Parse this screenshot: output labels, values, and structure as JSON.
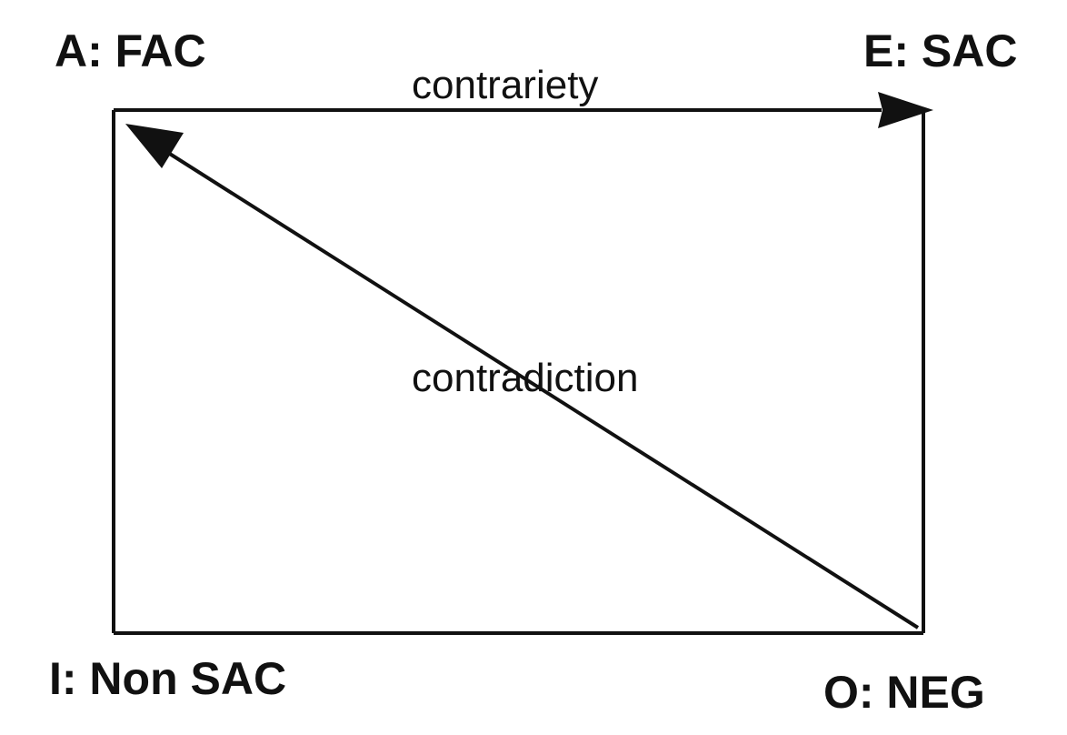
{
  "corners": {
    "a": {
      "label": "A: FAC"
    },
    "e": {
      "label": "E: SAC"
    },
    "i": {
      "label": "I: Non SAC"
    },
    "o": {
      "label": "O: NEG"
    }
  },
  "relations": {
    "contrariety": {
      "label": "contrariety",
      "from": "A",
      "to": "E"
    },
    "contradiction": {
      "label": "contradiction",
      "from": "O",
      "to": "A"
    }
  },
  "colors": {
    "stroke": "#111111",
    "background": "#ffffff"
  }
}
